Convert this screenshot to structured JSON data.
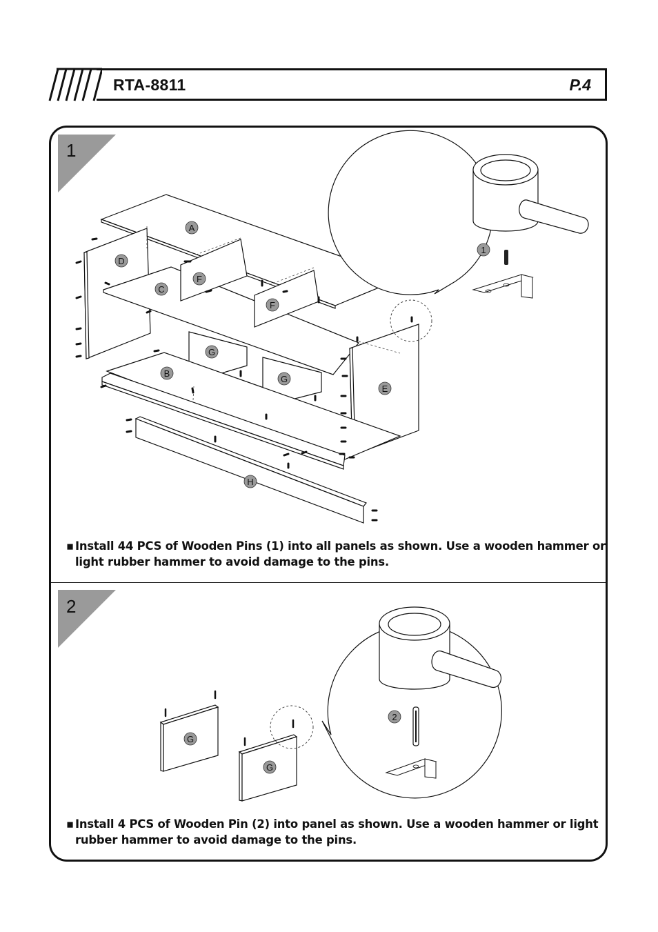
{
  "header": {
    "model": "RTA-8811",
    "page": "P.4"
  },
  "steps": [
    {
      "number": "1",
      "instruction_line1": "Install 44 PCS of Wooden Pins (1) into all panels as shown. Use a wooden hammer or",
      "instruction_line2": "light rubber hammer to avoid damage to the pins.",
      "panel_labels": [
        "A",
        "B",
        "C",
        "D",
        "E",
        "F",
        "F",
        "G",
        "G",
        "H"
      ],
      "part_callout": "1"
    },
    {
      "number": "2",
      "instruction_line1": "Install 4 PCS of Wooden Pin (2) into panel as shown. Use a wooden hammer  or light",
      "instruction_line2": "rubber hammer to avoid damage to the pins.",
      "panel_labels": [
        "G",
        "G"
      ],
      "part_callout": "2"
    }
  ],
  "bullet": "▪"
}
